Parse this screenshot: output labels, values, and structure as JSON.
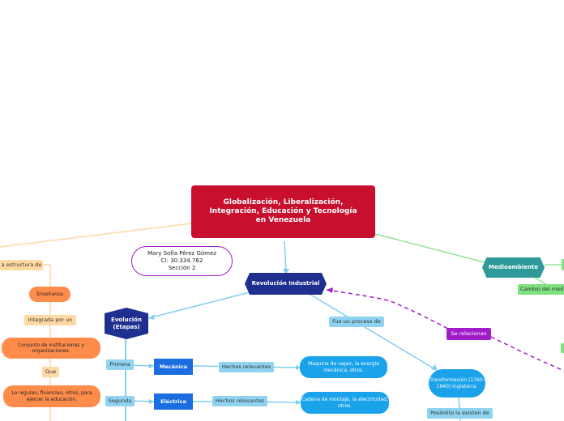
{
  "central": {
    "title": "Globalización, Liberalización, Integración, Educación y Tecnología en Venezuela"
  },
  "author": {
    "text": "Mary Sofía Pérez Gómez\nCI: 30.334.762\nSección 2"
  },
  "revolucion": {
    "title": "Revolución Industrial"
  },
  "evolucion": {
    "title": "Evolución (Etapas)"
  },
  "medioambiente": {
    "title": "Medioambiente"
  },
  "cambio": {
    "label": "Cambio del med"
  },
  "se_relacionan": {
    "label": "Se relacionan"
  },
  "fue_proceso": {
    "label": "Fue un proceso de"
  },
  "transformacion": {
    "text": "Transformación (1760-1840) Inglaterra."
  },
  "posibilito": {
    "label": "Posibilito la existen de"
  },
  "etapas": [
    {
      "label": "Primera",
      "type": "Mecánica",
      "relation": "Hechos relevantes",
      "fact": "Maquina de vapor, la energía mecánica, otros."
    },
    {
      "label": "Segunda",
      "type": "Eléctrica",
      "relation": "Hechos relevantes",
      "fact": "Cadena de montaje, la electricidad, otros."
    }
  ],
  "educacion": {
    "estructura": "a estructura de",
    "ensenanza": "Enseñanza",
    "integrada": "Integrada por un",
    "conjunto": "Conjunto de instituciones y organizaciones.",
    "que": "Que",
    "regulan": "Lo regulan, financian, otros, para ejercer la educación."
  },
  "colors": {
    "central": "#c8102e",
    "navy": "#1e2f8f",
    "teal": "#2f9a9a",
    "link_blue": "#7fd0ee",
    "link_green": "#7ee07e",
    "link_peach": "#ffd9a3",
    "purple": "#a21dc9"
  }
}
